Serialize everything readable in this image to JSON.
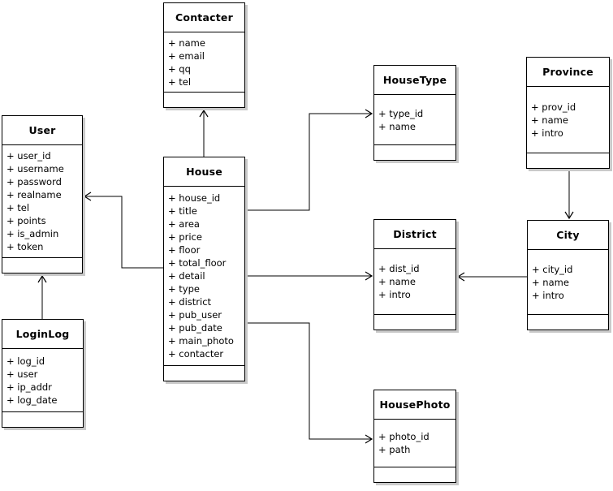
{
  "diagram": {
    "kind": "uml-class-diagram",
    "background_color": "#ffffff",
    "line_color": "#000000",
    "shadow_color": "#c9c9c9",
    "classes": [
      {
        "title": "Contacter",
        "attributes": [
          "+ name",
          "+ email",
          "+ qq",
          "+ tel"
        ]
      },
      {
        "title": "User",
        "attributes": [
          "+ user_id",
          "+ username",
          "+ password",
          "+ realname",
          "+ tel",
          "+ points",
          "+ is_admin",
          "+ token"
        ]
      },
      {
        "title": "House",
        "attributes": [
          "+ house_id",
          "+ title",
          "+ area",
          "+ price",
          "+ floor",
          "+ total_floor",
          "+ detail",
          "+ type",
          "+ district",
          "+ pub_user",
          "+ pub_date",
          "+ main_photo",
          "+ contacter"
        ]
      },
      {
        "title": "HouseType",
        "attributes": [
          "+ type_id",
          "+ name"
        ]
      },
      {
        "title": "Province",
        "attributes": [
          "+ prov_id",
          "+ name",
          "+ intro"
        ]
      },
      {
        "title": "District",
        "attributes": [
          "+ dist_id",
          "+ name",
          "+ intro"
        ]
      },
      {
        "title": "City",
        "attributes": [
          "+ city_id",
          "+ name",
          "+ intro"
        ]
      },
      {
        "title": "LoginLog",
        "attributes": [
          "+ log_id",
          "+ user",
          "+ ip_addr",
          "+ log_date"
        ]
      },
      {
        "title": "HousePhoto",
        "attributes": [
          "+ photo_id",
          "+ path"
        ]
      }
    ],
    "relations": [
      {
        "from": "House",
        "to": "Contacter"
      },
      {
        "from": "House",
        "to": "User"
      },
      {
        "from": "LoginLog",
        "to": "User"
      },
      {
        "from": "House",
        "to": "HouseType"
      },
      {
        "from": "House",
        "to": "District"
      },
      {
        "from": "City",
        "to": "District"
      },
      {
        "from": "Province",
        "to": "City"
      },
      {
        "from": "House",
        "to": "HousePhoto"
      }
    ]
  }
}
